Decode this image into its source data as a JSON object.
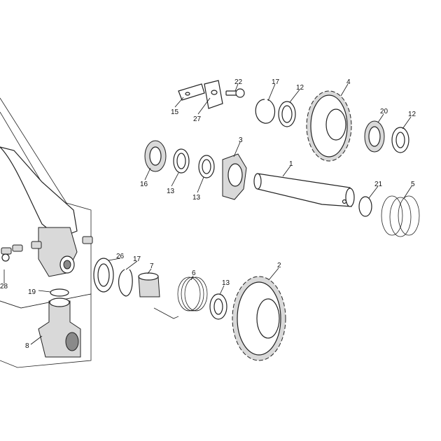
{
  "callouts": {
    "c1": "1",
    "c2": "2",
    "c3": "3",
    "c4": "4",
    "c5": "5",
    "c6": "6",
    "c7": "7",
    "c8": "8",
    "c12a": "12",
    "c12b": "12",
    "c13a": "13",
    "c13b": "13",
    "c13c": "13",
    "c15": "15",
    "c16": "16",
    "c17a": "17",
    "c17b": "17",
    "c19": "19",
    "c20": "20",
    "c21": "21",
    "c22": "22",
    "c26": "26",
    "c27": "27",
    "c28": "28"
  }
}
